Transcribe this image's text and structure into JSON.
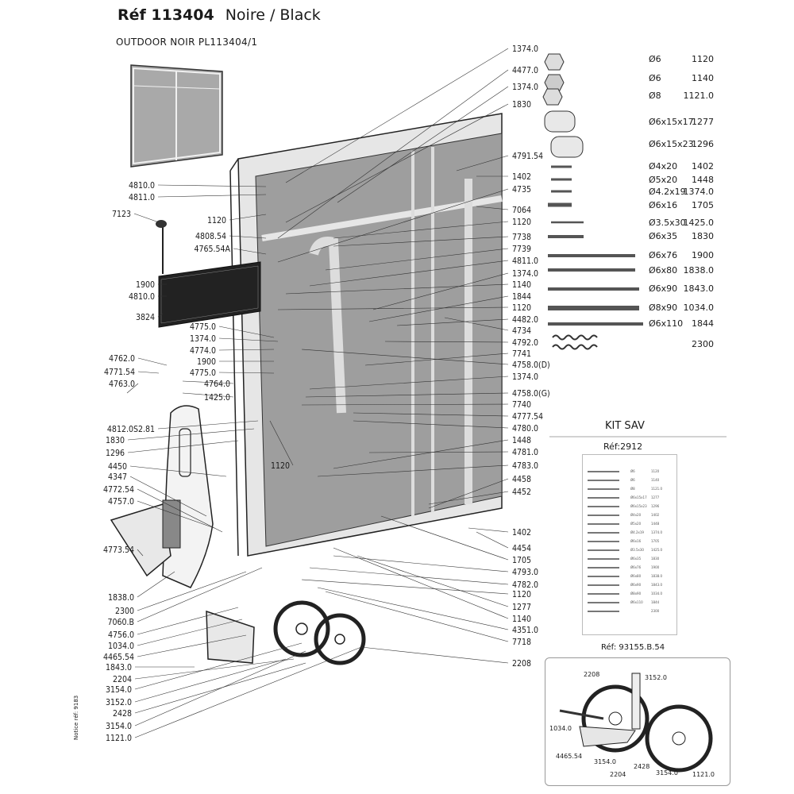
{
  "header": {
    "ref_label": "Réf 113404",
    "color_name": "Noire / Black",
    "subtitle": "OUTDOOR NOIR PL113404/1",
    "side_note": "Notice réf: 9183"
  },
  "callouts_right": [
    "1374.0",
    "4477.0",
    "1374.0",
    "1830",
    "4791.54",
    "1402",
    "4735",
    "7064",
    "1120",
    "7738",
    "7739",
    "4811.0",
    "1374.0",
    "1140",
    "1844",
    "1120",
    "4482.0",
    "4734",
    "4792.0",
    "7741",
    "4758.0(D)",
    "1374.0",
    "4758.0(G)",
    "7740",
    "4777.54",
    "4780.0",
    "1448",
    "4781.0",
    "4783.0",
    "4458",
    "4452",
    "1402",
    "4454",
    "1705",
    "4793.0",
    "4782.0",
    "1120",
    "1277",
    "1140",
    "4351.0",
    "7718",
    "2208"
  ],
  "callouts_left": [
    "4810.0",
    "4811.0",
    "7123",
    "1120",
    "4808.54",
    "4765.54A",
    "1900",
    "4810.0",
    "3824",
    "4775.0",
    "1374.0",
    "4774.0",
    "4762.0",
    "1900",
    "4775.0",
    "4771.54",
    "4764.0",
    "4763.0",
    "1425.0",
    "4812.0S2.81",
    "1830",
    "1296",
    "1120",
    "4450",
    "4347",
    "4772.54",
    "4757.0",
    "4773.54",
    "1838.0",
    "2300",
    "7060.B",
    "4756.0",
    "1034.0",
    "4465.54",
    "1843.0",
    "2204",
    "3154.0",
    "3152.0",
    "2428",
    "3154.0",
    "1121.0"
  ],
  "hardware": [
    {
      "size": "Ø6",
      "ref": "1120"
    },
    {
      "size": "Ø6",
      "ref": "1140"
    },
    {
      "size": "Ø8",
      "ref": "1121.0"
    },
    {
      "size": "Ø6x15x17",
      "ref": "1277"
    },
    {
      "size": "Ø6x15x23",
      "ref": "1296"
    },
    {
      "size": "Ø4x20",
      "ref": "1402"
    },
    {
      "size": "Ø5x20",
      "ref": "1448"
    },
    {
      "size": "Ø4.2x19",
      "ref": "1374.0"
    },
    {
      "size": "Ø6x16",
      "ref": "1705"
    },
    {
      "size": "Ø3.5x30",
      "ref": "1425.0"
    },
    {
      "size": "Ø6x35",
      "ref": "1830"
    },
    {
      "size": "Ø6x76",
      "ref": "1900"
    },
    {
      "size": "Ø6x80",
      "ref": "1838.0"
    },
    {
      "size": "Ø6x90",
      "ref": "1843.0"
    },
    {
      "size": "Ø8x90",
      "ref": "1034.0"
    },
    {
      "size": "Ø6x110",
      "ref": "1844"
    },
    {
      "size": "",
      "ref": "2300"
    }
  ],
  "kit": {
    "title": "KIT SAV",
    "ref": "Réf:2912"
  },
  "wheel_box": {
    "ref": "Réf: 93155.B.54",
    "labels": [
      "2208",
      "3152.0",
      "1034.0",
      "4465.54",
      "3154.0",
      "2204",
      "2428",
      "3154.0",
      "1121.0"
    ]
  },
  "colors": {
    "line": "#1a1a1a",
    "panel": "#9e9e9e",
    "frame": "#e6e6e6"
  }
}
